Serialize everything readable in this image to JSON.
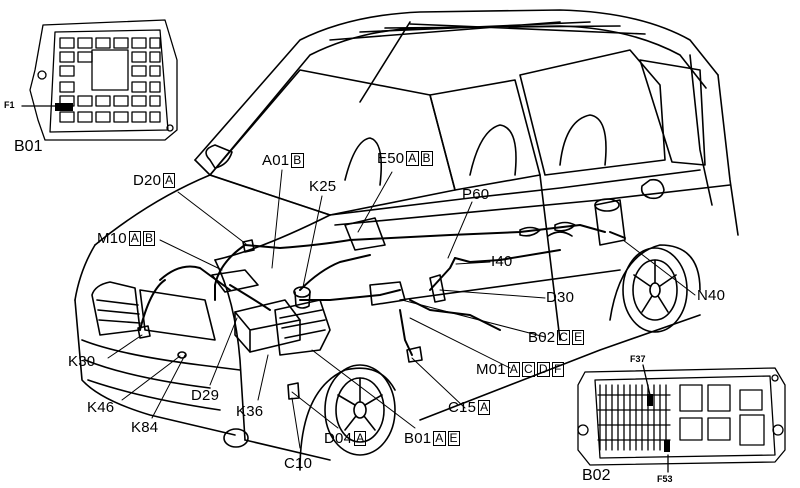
{
  "insets": {
    "top_left_box": {
      "name": "B01",
      "fuse": "F1"
    },
    "bottom_right_box": {
      "name": "B02",
      "fuses": [
        "F37",
        "F53"
      ]
    }
  },
  "labels": {
    "A01": {
      "code": "A01",
      "tags": [
        "B"
      ]
    },
    "E50": {
      "code": "E50",
      "tags": [
        "A",
        "B"
      ]
    },
    "D20": {
      "code": "D20",
      "tags": [
        "A"
      ]
    },
    "K25": {
      "code": "K25",
      "tags": []
    },
    "M10": {
      "code": "M10",
      "tags": [
        "A",
        "B"
      ]
    },
    "P60": {
      "code": "P60",
      "tags": []
    },
    "I40": {
      "code": "I40",
      "tags": []
    },
    "D30": {
      "code": "D30",
      "tags": []
    },
    "N40": {
      "code": "N40",
      "tags": []
    },
    "B02": {
      "code": "B02",
      "tags": [
        "C",
        "E"
      ]
    },
    "K30": {
      "code": "K30",
      "tags": []
    },
    "M01": {
      "code": "M01",
      "tags": [
        "A",
        "C",
        "D",
        "F"
      ]
    },
    "K46": {
      "code": "K46",
      "tags": []
    },
    "D29": {
      "code": "D29",
      "tags": []
    },
    "K36": {
      "code": "K36",
      "tags": []
    },
    "C15": {
      "code": "C15",
      "tags": [
        "A"
      ]
    },
    "K84": {
      "code": "K84",
      "tags": []
    },
    "D04": {
      "code": "D04",
      "tags": [
        "A"
      ]
    },
    "B01": {
      "code": "B01",
      "tags": [
        "A",
        "E"
      ]
    },
    "C10": {
      "code": "C10",
      "tags": []
    }
  }
}
